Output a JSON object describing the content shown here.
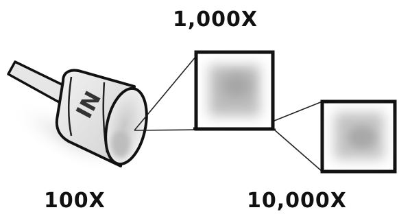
{
  "diagram": {
    "cable_label": "IN",
    "magnifications": {
      "low": "100X",
      "medium": "1,000X",
      "high": "10,000X"
    }
  }
}
